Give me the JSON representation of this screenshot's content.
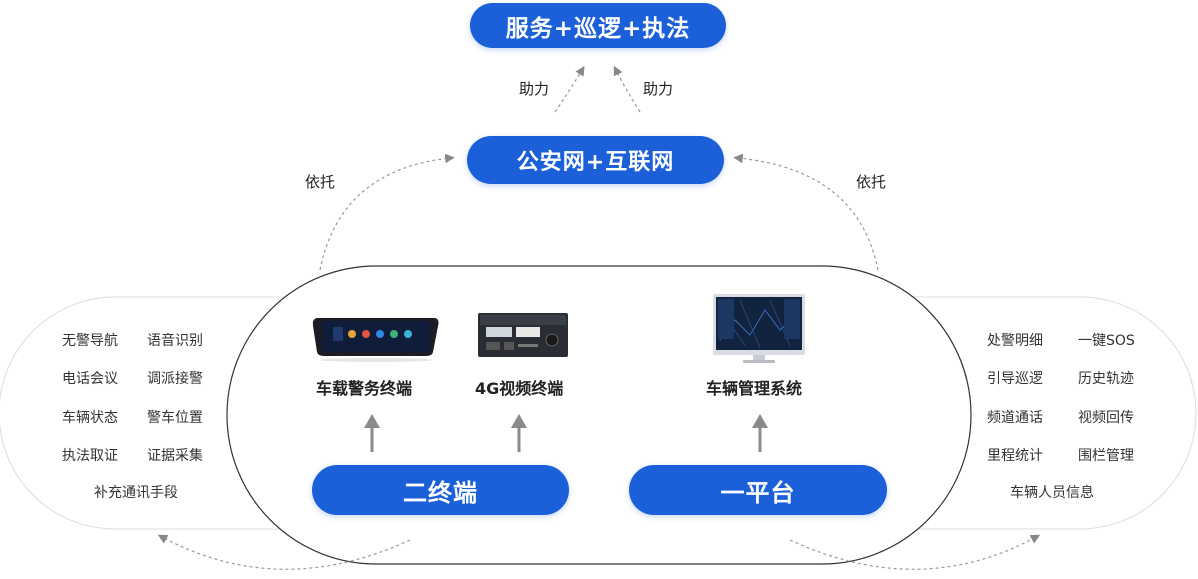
{
  "top": {
    "label": "服务+巡逻+执法"
  },
  "network": {
    "label": "公安网+互联网"
  },
  "assist": {
    "left": "助力",
    "right": "助力"
  },
  "rely": {
    "left": "依托",
    "right": "依托"
  },
  "left_features": {
    "items": [
      "无警导航",
      "语音识别",
      "电话会议",
      "调派接警",
      "车辆状态",
      "警车位置",
      "执法取证",
      "证据采集"
    ],
    "last": "补充通讯手段"
  },
  "right_features": {
    "items": [
      "处警明细",
      "一键SOS",
      "引导巡逻",
      "历史轨迹",
      "频道通话",
      "视频回传",
      "里程统计",
      "围栏管理"
    ],
    "last": "车辆人员信息"
  },
  "devices": {
    "vehicle_terminal": "车载警务终端",
    "video_terminal": "4G视频终端",
    "management_system": "车辆管理系统"
  },
  "two_terminals": {
    "label": "二终端"
  },
  "one_platform": {
    "label": "一平台"
  },
  "colors": {
    "accent": "#1b5fd9",
    "outline": "#333333",
    "light_outline": "#dddddd"
  },
  "icons": [
    "mirror-terminal-icon",
    "video-terminal-icon",
    "monitor-icon",
    "arrow-up-icon"
  ]
}
